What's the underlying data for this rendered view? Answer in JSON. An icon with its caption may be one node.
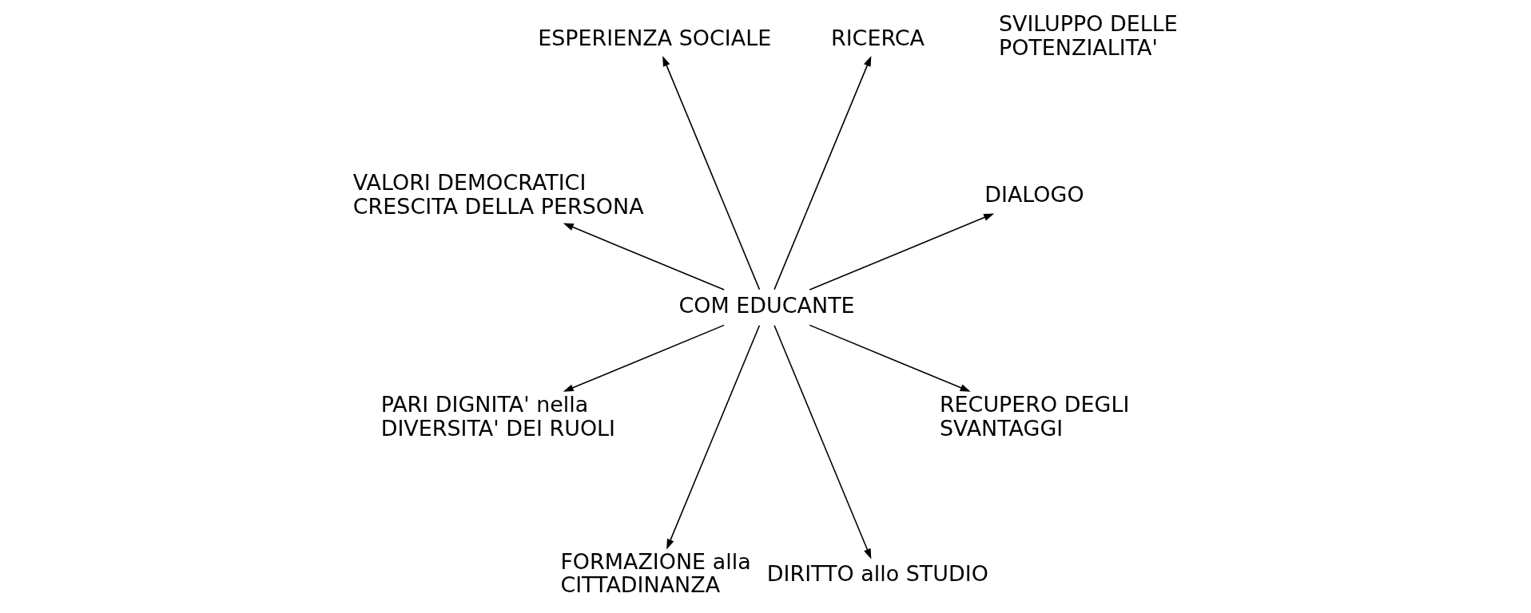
{
  "diagram": {
    "nodes": [
      {
        "text": [
          "DIALOGO"
        ]
      },
      {
        "text": [
          "RICERCA"
        ]
      },
      {
        "text": [
          "ESPERIENZA SOCIALE"
        ]
      },
      {
        "text": [
          "VALORI DEMOCRATICI CRESCITA DELLA PERSONA"
        ]
      },
      {
        "text": [
          "COM EDUCANTE"
        ]
      },
      {
        "text": [
          "PARI DIGNITA' nella DIVERSITA' DEI RUOLI"
        ]
      },
      {
        "text": [
          "FORMAZIONE alla CITTADINANZA"
        ]
      },
      {
        "text": [
          "DIRITTO allo STUDIO"
        ]
      },
      {
        "text": [
          "RECUPERO DEGLI SVANTAGGI"
        ]
      }
    ],
    "edges": [
      {
        "from": 4,
        "to": 0,
        "arrow": "to"
      },
      {
        "from": 4,
        "to": 1,
        "arrow": "to"
      },
      {
        "from": 4,
        "to": 2,
        "arrow": "to"
      },
      {
        "from": 4,
        "to": 3,
        "arrow": "to"
      },
      {
        "from": 4,
        "to": 5,
        "arrow": "to"
      },
      {
        "from": 4,
        "to": 6,
        "arrow": "to"
      },
      {
        "from": 4,
        "to": 7,
        "arrow": "to"
      },
      {
        "from": 4,
        "to": 8,
        "arrow": "to"
      }
    ],
    "labels": [
      "SVILUPPO DELLE POTENZIALITA'"
    ]
  }
}
